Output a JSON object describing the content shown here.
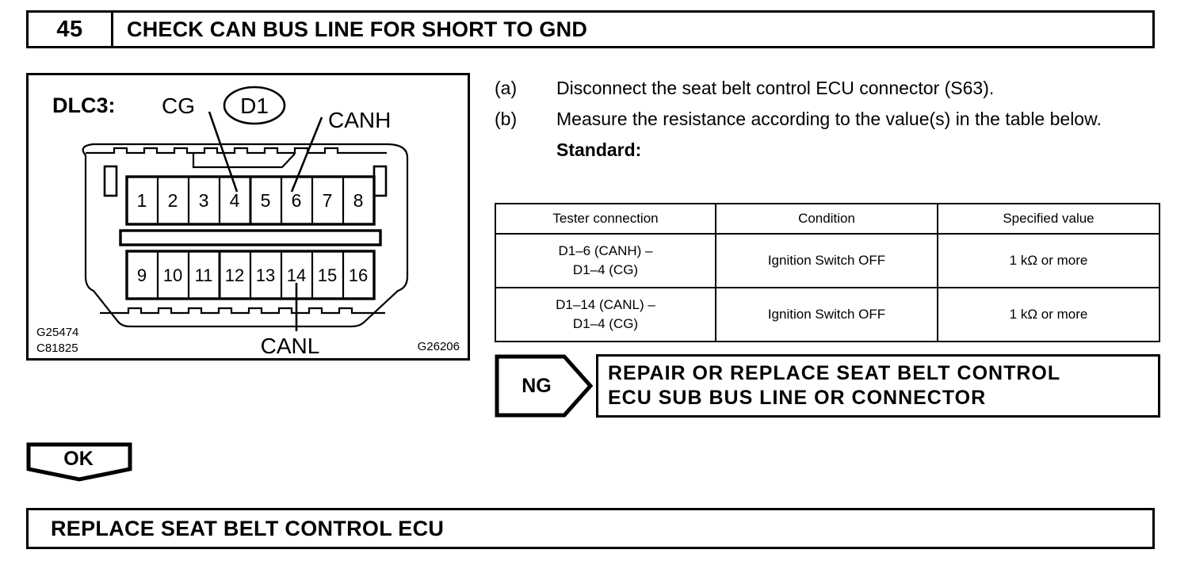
{
  "step": {
    "number": "45",
    "title": "CHECK CAN BUS LINE FOR SHORT TO GND"
  },
  "figure": {
    "connector_name": "DLC3:",
    "connector_id": "D1",
    "callouts": {
      "cg": "CG",
      "canh": "CANH",
      "canl": "CANL"
    },
    "pins_top": [
      "1",
      "2",
      "3",
      "4",
      "5",
      "6",
      "7",
      "8"
    ],
    "pins_bottom": [
      "9",
      "10",
      "11",
      "12",
      "13",
      "14",
      "15",
      "16"
    ],
    "ref_codes": {
      "left_top": "G25474",
      "left_bottom": "C81825",
      "right": "G26206"
    }
  },
  "procedure": {
    "steps": [
      {
        "label": "(a)",
        "text": "Disconnect the seat belt control ECU connector (S63)."
      },
      {
        "label": "(b)",
        "text": "Measure the resistance according to the value(s) in the table below."
      }
    ],
    "standard_label": "Standard:"
  },
  "spec_table": {
    "headers": [
      "Tester connection",
      "Condition",
      "Specified value"
    ],
    "rows": [
      {
        "tester_connection_line1": "D1–6 (CANH) –",
        "tester_connection_line2": "D1–4 (CG)",
        "condition": "Ignition Switch OFF",
        "specified_value": "1 kΩ or more"
      },
      {
        "tester_connection_line1": "D1–14 (CANL) –",
        "tester_connection_line2": "D1–4 (CG)",
        "condition": "Ignition Switch OFF",
        "specified_value": "1 kΩ or more"
      }
    ]
  },
  "results": {
    "ng": {
      "tag": "NG",
      "action_line1": "REPAIR OR REPLACE SEAT BELT CONTROL",
      "action_line2": "ECU SUB BUS LINE OR CONNECTOR"
    },
    "ok": {
      "tag": "OK",
      "action": "REPLACE SEAT BELT CONTROL ECU"
    }
  }
}
